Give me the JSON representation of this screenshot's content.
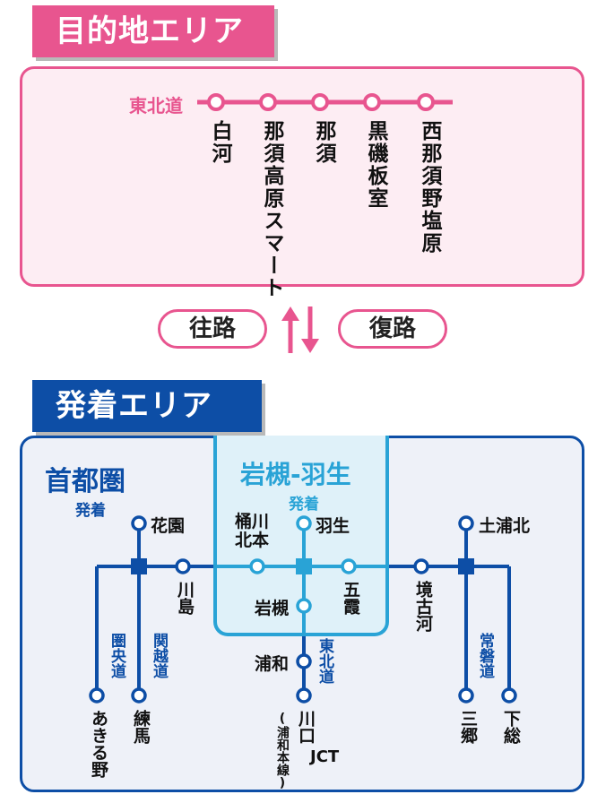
{
  "destination": {
    "header": "目的地エリア",
    "road_label": "東北道",
    "stations": [
      "白河",
      "那須高原スマート",
      "那須",
      "黒磯板室",
      "西那須野塩原"
    ]
  },
  "directions": {
    "outbound": "往路",
    "return": "復路"
  },
  "departure": {
    "header": "発着エリア",
    "metro": {
      "title": "首都圏",
      "subtitle": "発着"
    },
    "iwatsuki": {
      "title": "岩槻-羽生",
      "subtitle": "発着"
    },
    "stations": {
      "hanazono": "花園",
      "kawajima": "川島",
      "akiruno": "あきる野",
      "nerima": "練馬",
      "okegawa": "桶川\n北本",
      "hanyu": "羽生",
      "iwatsuki": "岩槻",
      "gokasumi": "五霞",
      "urawa": "浦和",
      "kawaguchi": "川口",
      "kawaguchi_jct": "JCT",
      "kawaguchi_note": "(浦和本線)",
      "sakaikoga": "境古河",
      "tsuchiurakita": "土浦北",
      "misato": "三郷",
      "shimofusa": "下総"
    },
    "roads": {
      "kenodo": "圏央道",
      "kanetsu": "関越道",
      "tohoku": "東北道",
      "joban": "常磐道"
    }
  },
  "colors": {
    "pink": "#e8558f",
    "navy": "#0d4ea6",
    "cyan": "#29a3d6"
  }
}
